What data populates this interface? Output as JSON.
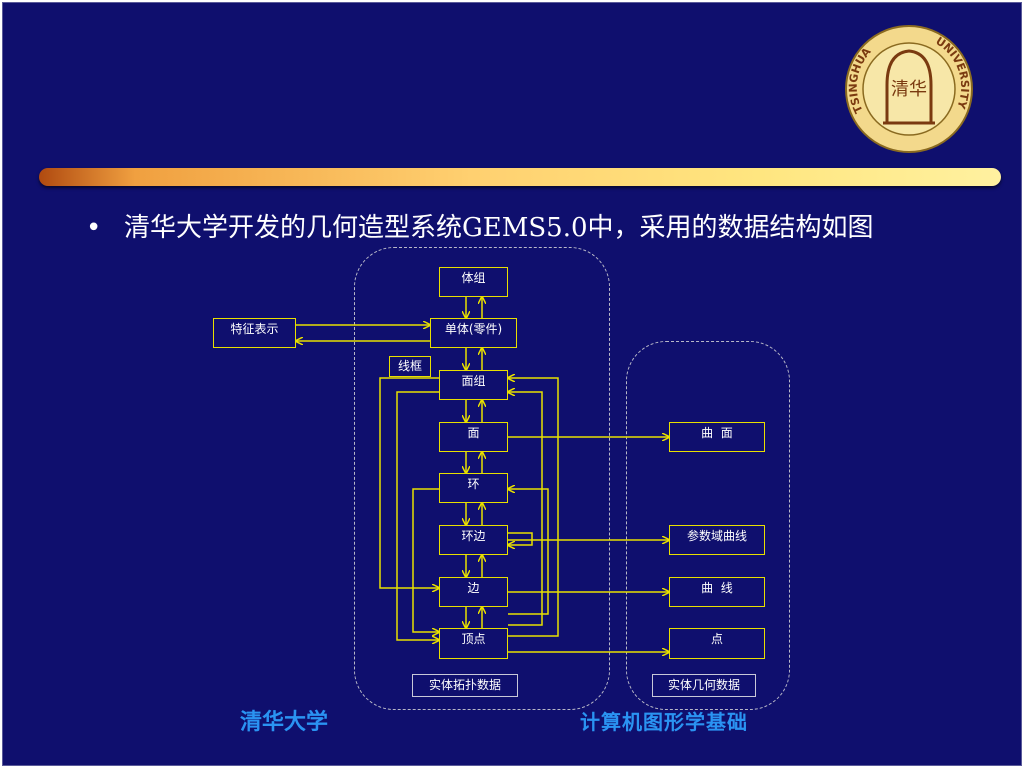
{
  "slide": {
    "bullet_symbol": "•",
    "bullet_text": "清华大学开发的几何造型系统GEMS5.0中，采用的数据结构如图",
    "footer_left": "清华大学",
    "footer_right": "计算机图形学基础"
  },
  "logo": {
    "icon": "tsinghua-university-seal",
    "text": "TSINGHUA UNIVERSITY"
  },
  "diagram": {
    "topology_nodes": {
      "body_group": "体组",
      "body": "单体(零件)",
      "face_group": "面组",
      "face": "面",
      "loop": "环",
      "loop_edge": "环边",
      "edge": "边",
      "vertex": "顶点"
    },
    "feature_repr": "特征表示",
    "wireframe": "线框",
    "geometry_nodes": {
      "surface": "曲  面",
      "param_curve": "参数域曲线",
      "curve": "曲  线",
      "point": "点"
    },
    "topology_panel_label": "实体拓扑数据",
    "geometry_panel_label": "实体几何数据",
    "line_color": "#e8e000"
  }
}
